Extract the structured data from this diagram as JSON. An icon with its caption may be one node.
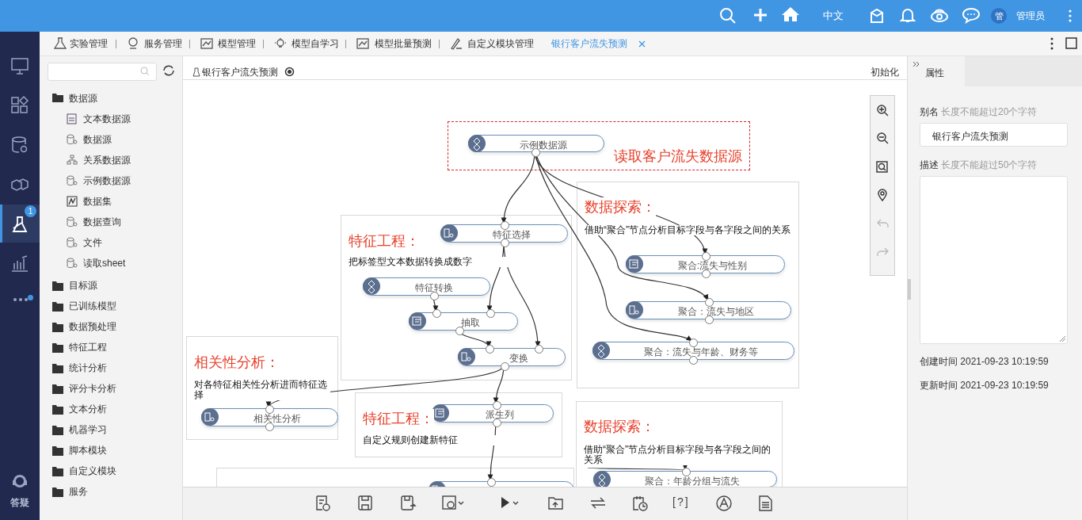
{
  "diagram": {
    "nodes": [
      {
        "text": [
          "读取客户流失数据源"
        ]
      },
      {
        "text": [
          "示例数据源"
        ],
        "in": 0
      },
      {
        "text": [
          "特征工程：",
          "把标签型文本数据转换成数字"
        ]
      },
      {
        "text": [
          "特征选择"
        ],
        "in": 2
      },
      {
        "text": [
          "特征转换"
        ],
        "in": 2
      },
      {
        "text": [
          "抽取"
        ],
        "in": 2
      },
      {
        "text": [
          "变换"
        ],
        "in": 2
      },
      {
        "text": [
          "数据探索：",
          "借助“聚合”节点分析目标字段与各字段之间的关系"
        ]
      },
      {
        "text": [
          "聚合:流失与性别"
        ],
        "in": 7
      },
      {
        "text": [
          "聚合：流失与地区"
        ],
        "in": 7
      },
      {
        "text": [
          "聚合：流失与年龄、财务等"
        ],
        "in": 7
      },
      {
        "text": [
          "相关性分析：",
          "对各特征相关性分析进而特征选择"
        ]
      },
      {
        "text": [
          "相关性分析"
        ],
        "in": 11
      },
      {
        "text": [
          "特征工程：",
          "自定义规则创建新特征"
        ]
      },
      {
        "text": [
          "派生列"
        ],
        "in": 13
      },
      {
        "text": [
          "数据探索：",
          "借助“聚合”节点分析目标字段与各字段之间的关系"
        ]
      },
      {
        "text": [
          "聚合：年龄分组与流失"
        ],
        "in": 15
      },
      {
        "text": [],
        "shape": "box"
      },
      {
        "text": [],
        "shape": "box",
        "in": 17
      }
    ],
    "edges": [
      {
        "from": 1,
        "to": 3,
        "arrow": "to"
      },
      {
        "from": 1,
        "to": 8,
        "arrow": "to"
      },
      {
        "from": 1,
        "to": 9,
        "arrow": "to"
      },
      {
        "from": 1,
        "to": 10,
        "arrow": "to"
      },
      {
        "from": 3,
        "to": 5,
        "arrow": "to"
      },
      {
        "from": 3,
        "to": 6,
        "arrow": "to"
      },
      {
        "from": 4,
        "to": 5,
        "arrow": "to"
      },
      {
        "from": 5,
        "to": 6,
        "arrow": "to"
      },
      {
        "from": 6,
        "to": 12,
        "arrow": "to"
      },
      {
        "from": 6,
        "to": 14,
        "arrow": "to"
      },
      {
        "from": 14,
        "to": 18,
        "arrow": "to"
      },
      {
        "from": null,
        "to": 16,
        "arrow": "to"
      }
    ],
    "labels": [
      "中文",
      "管",
      "管理员",
      "实验管理",
      "服务管理",
      "模型管理",
      "模型自学习",
      "模型批量预测",
      "自定义模块管理",
      "银行客户流失预测",
      "1",
      "答疑",
      "数据源",
      "文本数据源",
      "数据源",
      "关系数据源",
      "示例数据源",
      "数据集",
      "数据查询",
      "文件",
      "读取sheet",
      "目标源",
      "已训练模型",
      "数据预处理",
      "特征工程",
      "统计分析",
      "评分卡分析",
      "文本分析",
      "机器学习",
      "脚本模块",
      "自定义模块",
      "服务",
      "银行客户流失预测",
      "初始化",
      "属性",
      "别名",
      "长度不能超过20个字符",
      "银行客户流失预测",
      "描述",
      "长度不能超过50个字符",
      "创建时间 2021-09-23 10:19:59",
      "更新时间 2021-09-23 10:19:59",
      "[?]"
    ]
  }
}
